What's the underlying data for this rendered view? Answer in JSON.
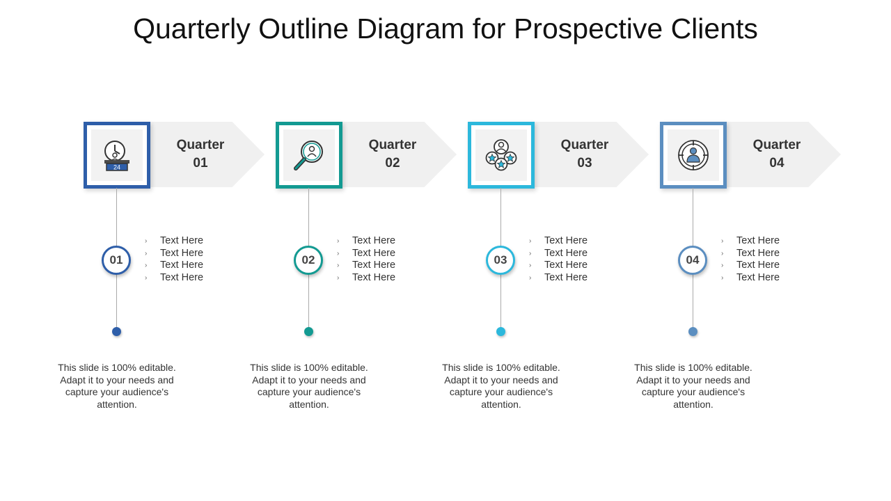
{
  "title": "Quarterly Outline Diagram for Prospective Clients",
  "quarters": [
    {
      "label_line1": "Quarter",
      "label_line2": "01",
      "number": "01",
      "color": "#2e5ea9",
      "icon": "clock-calendar-icon",
      "icon_text": "24",
      "bullets": [
        "Text Here",
        "Text Here",
        "Text Here",
        "Text Here"
      ],
      "description": "This slide is 100% editable. Adapt it to your needs and capture your audience's attention."
    },
    {
      "label_line1": "Quarter",
      "label_line2": "02",
      "number": "02",
      "color": "#139a92",
      "icon": "magnifier-person-icon",
      "bullets": [
        "Text Here",
        "Text Here",
        "Text Here",
        "Text Here"
      ],
      "description": "This slide is 100% editable. Adapt it to your needs and capture your audience's attention."
    },
    {
      "label_line1": "Quarter",
      "label_line2": "03",
      "number": "03",
      "color": "#2cb8dc",
      "icon": "person-stars-icon",
      "bullets": [
        "Text Here",
        "Text Here",
        "Text Here",
        "Text Here"
      ],
      "description": "This slide is 100% editable. Adapt it to your needs and capture your audience's attention."
    },
    {
      "label_line1": "Quarter",
      "label_line2": "04",
      "number": "04",
      "color": "#5b8ec0",
      "icon": "target-person-icon",
      "bullets": [
        "Text Here",
        "Text Here",
        "Text Here",
        "Text Here"
      ],
      "description": "This slide is 100% editable. Adapt it to your needs and capture your audience's attention."
    }
  ]
}
